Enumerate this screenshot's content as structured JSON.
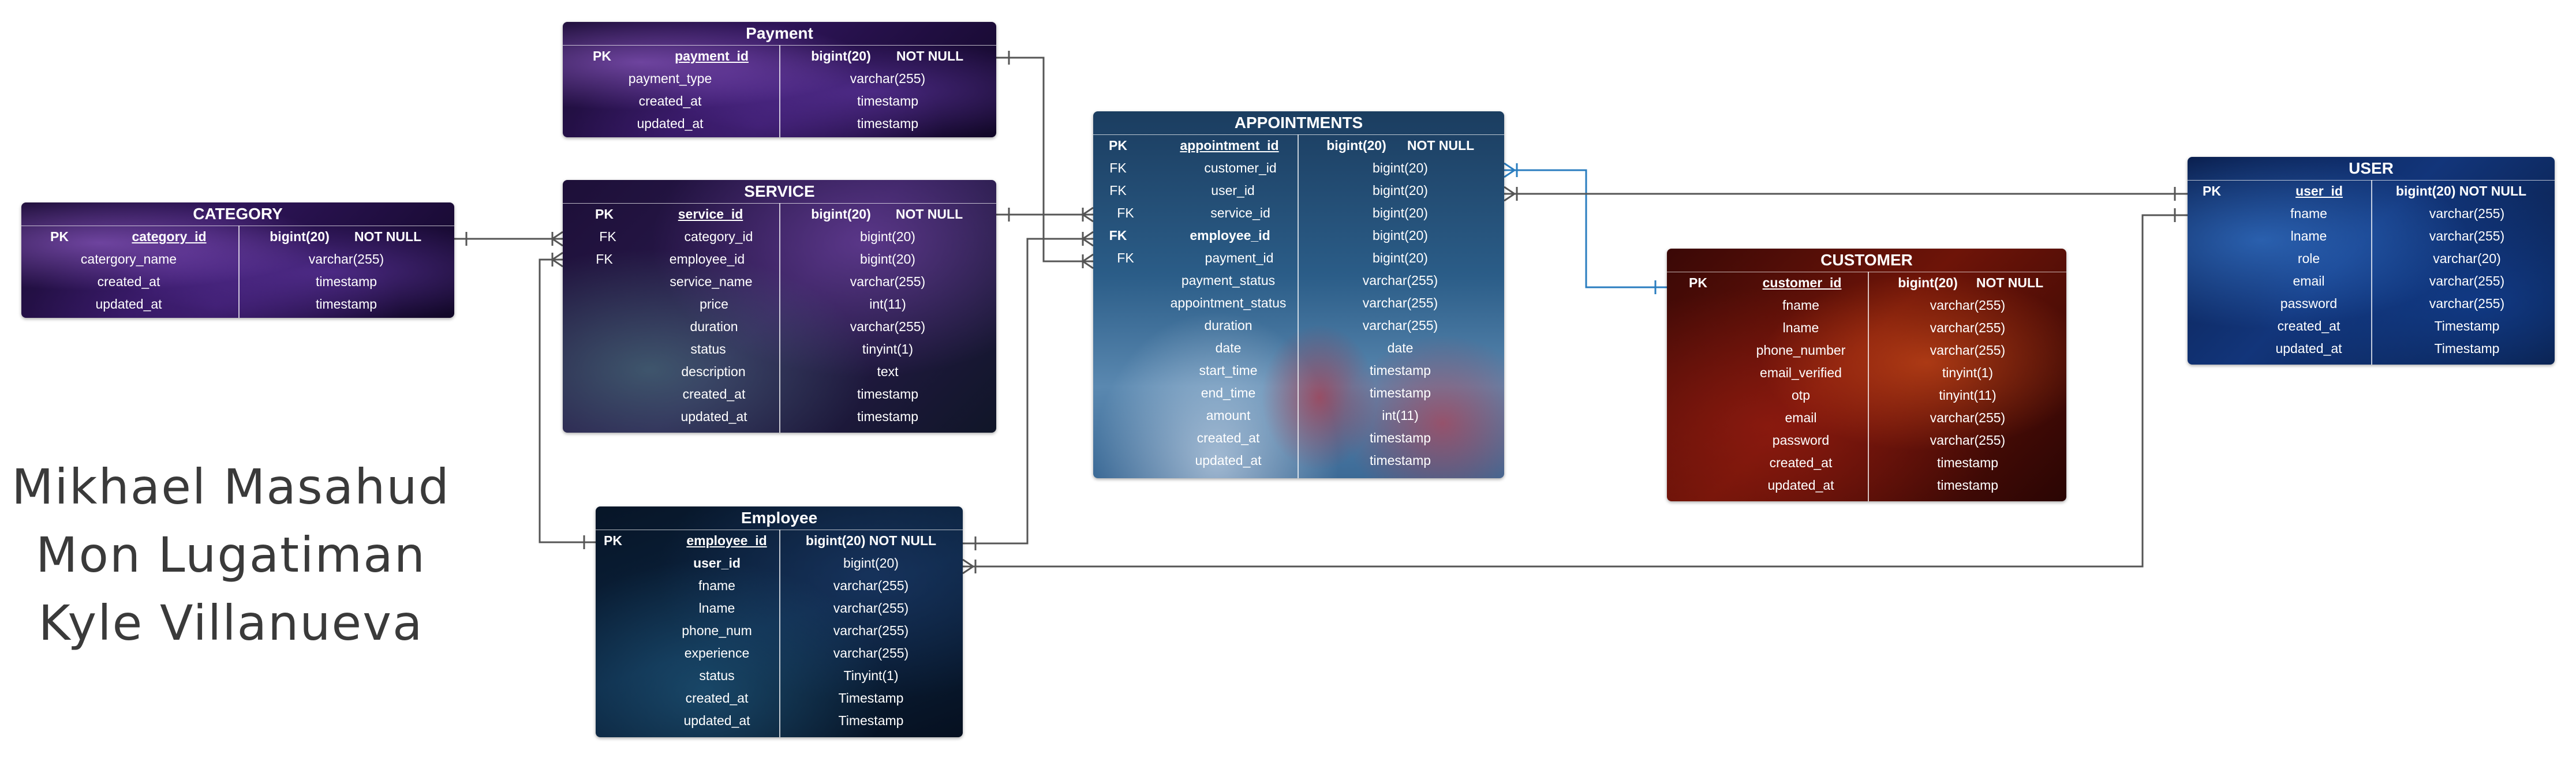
{
  "entities": {
    "payment": {
      "title": "Payment",
      "rows": [
        {
          "key": "PK",
          "name": "payment_id",
          "type": "bigint(20)",
          "extra": "NOT NULL"
        },
        {
          "key": "",
          "name": "payment_type",
          "type": "varchar(255)",
          "extra": ""
        },
        {
          "key": "",
          "name": "created_at",
          "type": "timestamp",
          "extra": ""
        },
        {
          "key": "",
          "name": "updated_at",
          "type": "timestamp",
          "extra": ""
        }
      ]
    },
    "category": {
      "title": "CATEGORY",
      "rows": [
        {
          "key": "PK",
          "name": "category_id",
          "type": "bigint(20)",
          "extra": "NOT NULL"
        },
        {
          "key": "",
          "name": "catergory_name",
          "type": "varchar(255)",
          "extra": ""
        },
        {
          "key": "",
          "name": "created_at",
          "type": "timestamp",
          "extra": ""
        },
        {
          "key": "",
          "name": "updated_at",
          "type": "timestamp",
          "extra": ""
        }
      ]
    },
    "service": {
      "title": "SERVICE",
      "rows": [
        {
          "key": "PK",
          "name": "service_id",
          "type": "bigint(20)",
          "extra": "NOT NULL"
        },
        {
          "key": "FK",
          "name": "category_id",
          "type": "bigint(20)",
          "extra": ""
        },
        {
          "key": "FK",
          "name": "employee_id",
          "type": "bigint(20)",
          "extra": ""
        },
        {
          "key": "",
          "name": "service_name",
          "type": "varchar(255)",
          "extra": ""
        },
        {
          "key": "",
          "name": "price",
          "type": "int(11)",
          "extra": ""
        },
        {
          "key": "",
          "name": "duration",
          "type": "varchar(255)",
          "extra": ""
        },
        {
          "key": "",
          "name": "status",
          "type": "tinyint(1)",
          "extra": ""
        },
        {
          "key": "",
          "name": "description",
          "type": "text",
          "extra": ""
        },
        {
          "key": "",
          "name": "created_at",
          "type": "timestamp",
          "extra": ""
        },
        {
          "key": "",
          "name": "updated_at",
          "type": "timestamp",
          "extra": ""
        }
      ]
    },
    "appointments": {
      "title": "APPOINTMENTS",
      "rows": [
        {
          "key": "PK",
          "name": "appointment_id",
          "type": "bigint(20)",
          "extra": "NOT NULL"
        },
        {
          "key": "FK",
          "name": "customer_id",
          "type": "bigint(20)",
          "extra": ""
        },
        {
          "key": "FK",
          "name": "user_id",
          "type": "bigint(20)",
          "extra": ""
        },
        {
          "key": "FK",
          "name": "service_id",
          "type": "bigint(20)",
          "extra": ""
        },
        {
          "key": "FK",
          "name": "employee_id",
          "type": "bigint(20)",
          "extra": ""
        },
        {
          "key": "FK",
          "name": "payment_id",
          "type": "bigint(20)",
          "extra": ""
        },
        {
          "key": "",
          "name": "payment_status",
          "type": "varchar(255)",
          "extra": ""
        },
        {
          "key": "",
          "name": "appointment_status",
          "type": "varchar(255)",
          "extra": ""
        },
        {
          "key": "",
          "name": "duration",
          "type": "varchar(255)",
          "extra": ""
        },
        {
          "key": "",
          "name": "date",
          "type": "date",
          "extra": ""
        },
        {
          "key": "",
          "name": "start_time",
          "type": "timestamp",
          "extra": ""
        },
        {
          "key": "",
          "name": "end_time",
          "type": "timestamp",
          "extra": ""
        },
        {
          "key": "",
          "name": "amount",
          "type": "int(11)",
          "extra": ""
        },
        {
          "key": "",
          "name": "created_at",
          "type": "timestamp",
          "extra": ""
        },
        {
          "key": "",
          "name": "updated_at",
          "type": "timestamp",
          "extra": ""
        }
      ]
    },
    "customer": {
      "title": "CUSTOMER",
      "rows": [
        {
          "key": "PK",
          "name": "customer_id",
          "type": "bigint(20)",
          "extra": "NOT NULL"
        },
        {
          "key": "",
          "name": "fname",
          "type": "varchar(255)",
          "extra": ""
        },
        {
          "key": "",
          "name": "lname",
          "type": "varchar(255)",
          "extra": ""
        },
        {
          "key": "",
          "name": "phone_number",
          "type": "varchar(255)",
          "extra": ""
        },
        {
          "key": "",
          "name": "email_verified",
          "type": "tinyint(1)",
          "extra": ""
        },
        {
          "key": "",
          "name": "otp",
          "type": "tinyint(11)",
          "extra": ""
        },
        {
          "key": "",
          "name": "email",
          "type": "varchar(255)",
          "extra": ""
        },
        {
          "key": "",
          "name": "password",
          "type": "varchar(255)",
          "extra": ""
        },
        {
          "key": "",
          "name": "created_at",
          "type": "timestamp",
          "extra": ""
        },
        {
          "key": "",
          "name": "updated_at",
          "type": "timestamp",
          "extra": ""
        }
      ]
    },
    "user": {
      "title": "USER",
      "rows": [
        {
          "key": "PK",
          "name": "user_id",
          "type": "bigint(20) NOT NULL",
          "extra": ""
        },
        {
          "key": "",
          "name": "fname",
          "type": "varchar(255)",
          "extra": ""
        },
        {
          "key": "",
          "name": "lname",
          "type": "varchar(255)",
          "extra": ""
        },
        {
          "key": "",
          "name": "role",
          "type": "varchar(20)",
          "extra": ""
        },
        {
          "key": "",
          "name": "email",
          "type": "varchar(255)",
          "extra": ""
        },
        {
          "key": "",
          "name": "password",
          "type": "varchar(255)",
          "extra": ""
        },
        {
          "key": "",
          "name": "created_at",
          "type": "Timestamp",
          "extra": ""
        },
        {
          "key": "",
          "name": "updated_at",
          "type": "Timestamp",
          "extra": ""
        }
      ]
    },
    "employee": {
      "title": "Employee",
      "rows": [
        {
          "key": "PK",
          "name": "employee_id",
          "type": "bigint(20) NOT NULL",
          "extra": ""
        },
        {
          "key": "",
          "name": "user_id",
          "type": "bigint(20)",
          "extra": ""
        },
        {
          "key": "",
          "name": "fname",
          "type": "varchar(255)",
          "extra": ""
        },
        {
          "key": "",
          "name": "lname",
          "type": "varchar(255)",
          "extra": ""
        },
        {
          "key": "",
          "name": "phone_num",
          "type": "varchar(255)",
          "extra": ""
        },
        {
          "key": "",
          "name": "experience",
          "type": "varchar(255)",
          "extra": ""
        },
        {
          "key": "",
          "name": "status",
          "type": "Tinyint(1)",
          "extra": ""
        },
        {
          "key": "",
          "name": "created_at",
          "type": "Timestamp",
          "extra": ""
        },
        {
          "key": "",
          "name": "updated_at",
          "type": "Timestamp",
          "extra": ""
        }
      ]
    }
  },
  "credits": [
    "Mikhael Masahud",
    "Mon Lugatiman",
    "Kyle Villanueva"
  ],
  "colors": {
    "connector": "#555555",
    "connector_highlight": "#2a7dbf",
    "credit_text": "#3a3a3a"
  }
}
